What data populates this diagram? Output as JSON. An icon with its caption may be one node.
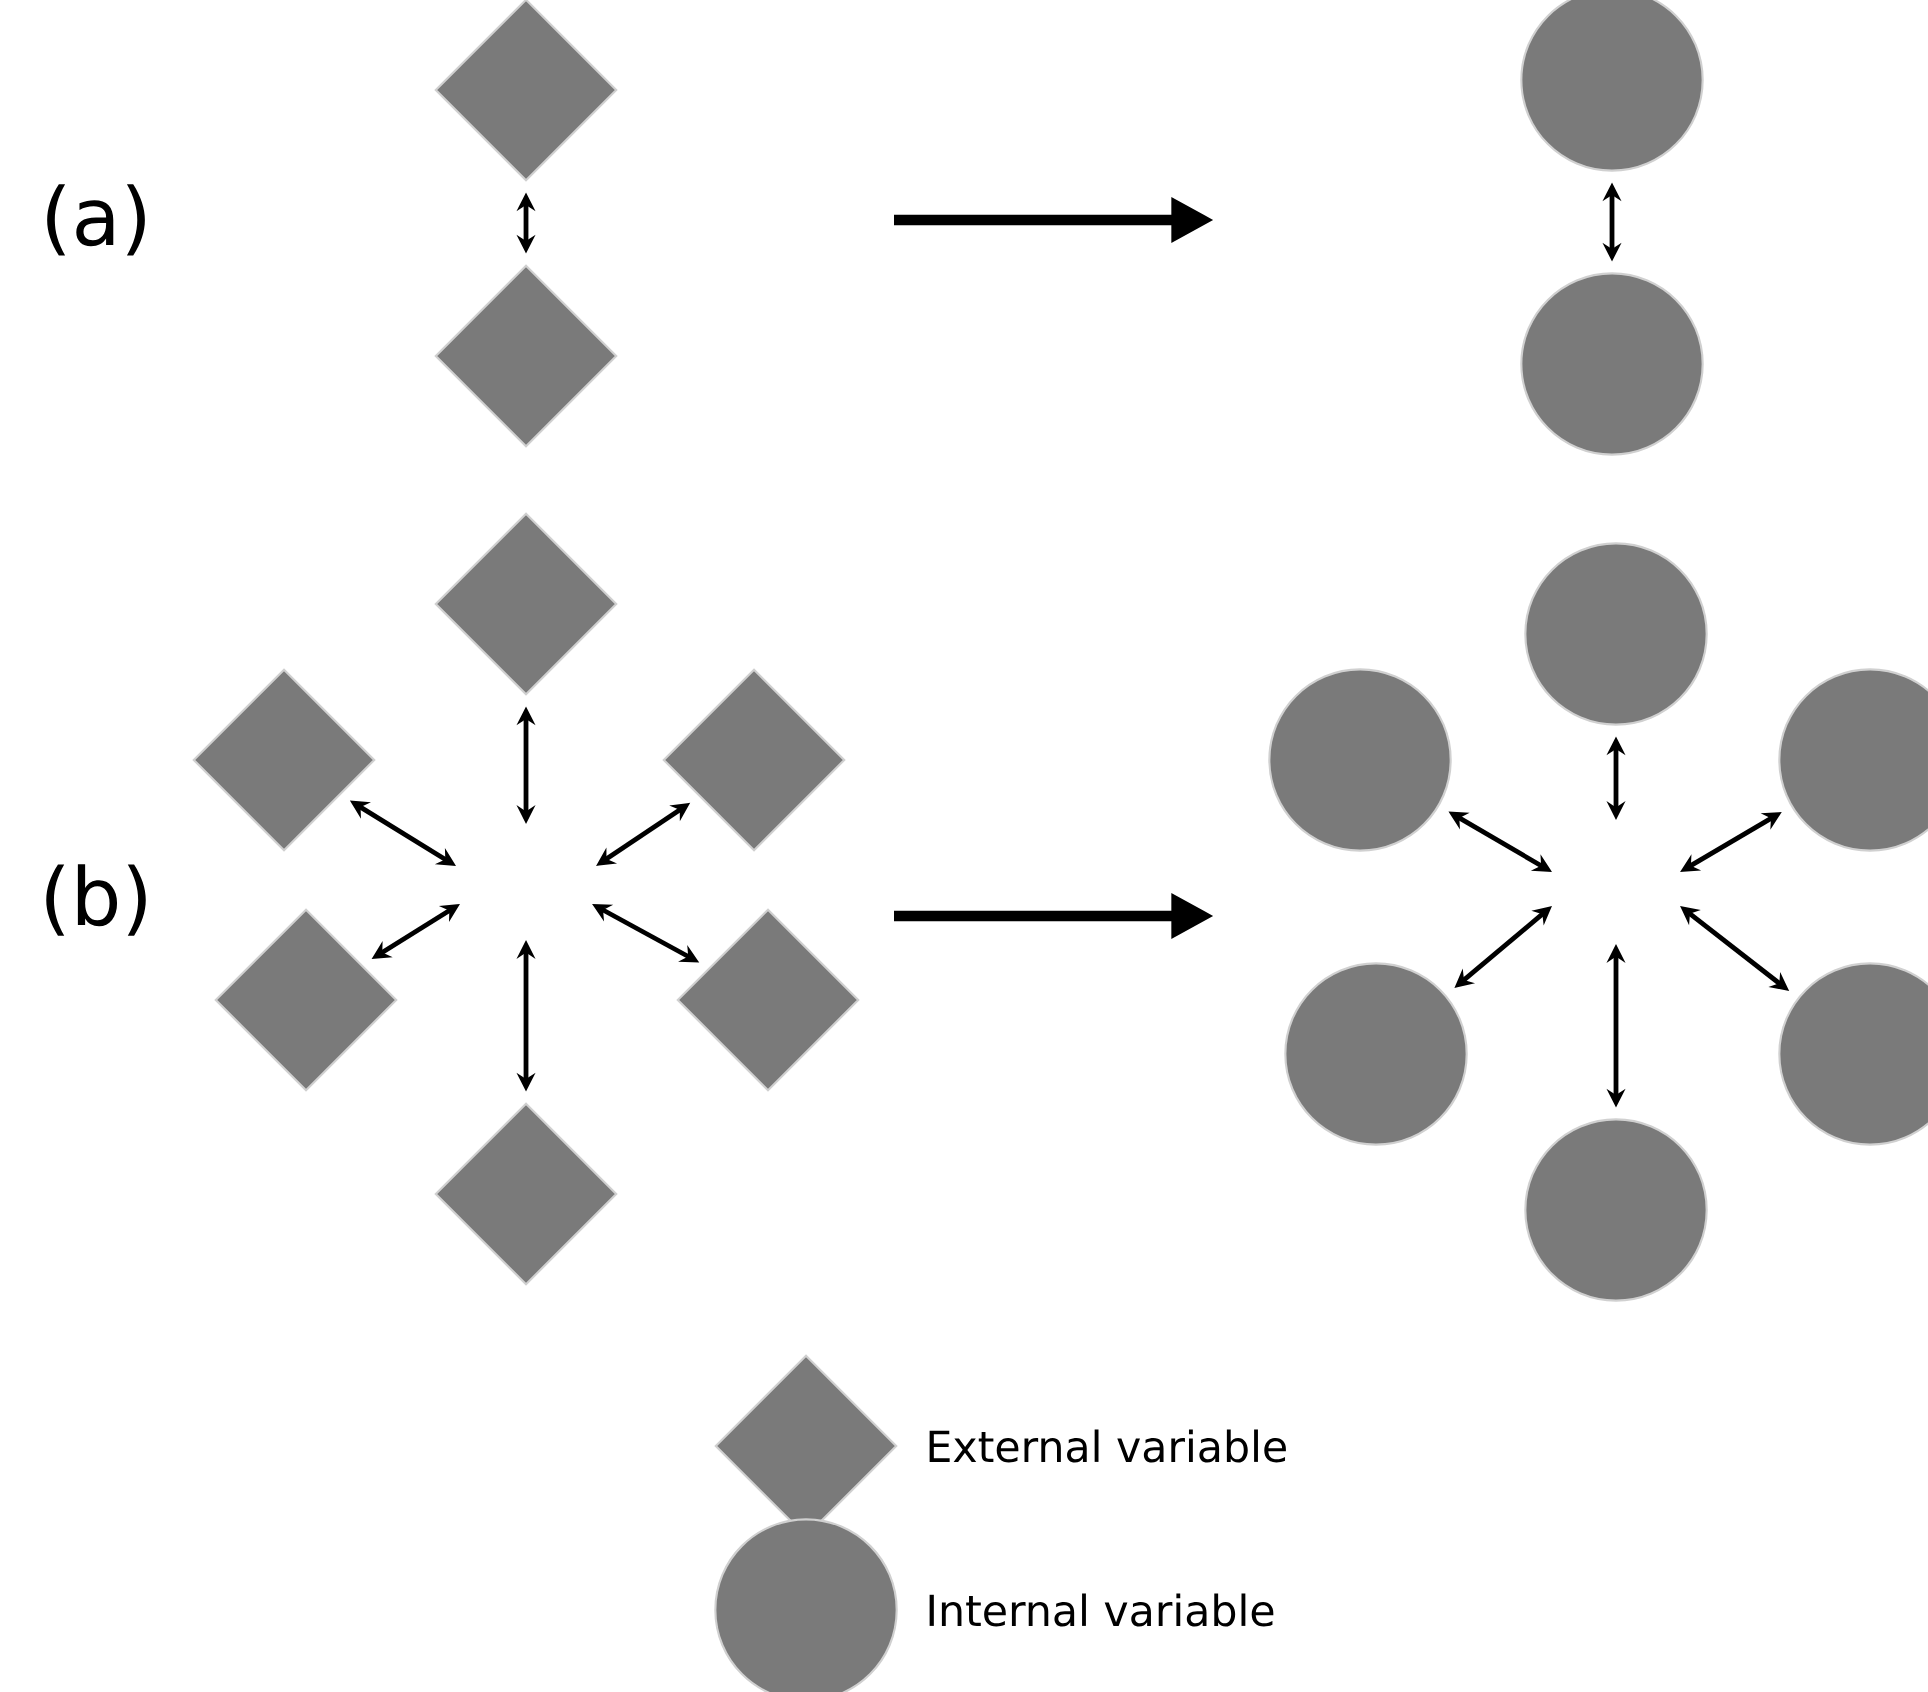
{
  "diagram": {
    "nodes": [
      {
        "text": [],
        "shape": "diamond"
      },
      {
        "text": [],
        "shape": "diamond"
      },
      {
        "text": [],
        "shape": "circle"
      },
      {
        "text": [],
        "shape": "circle"
      },
      {
        "text": [],
        "shape": "diamond"
      },
      {
        "text": [],
        "shape": "diamond"
      },
      {
        "text": [],
        "shape": "diamond"
      },
      {
        "text": [],
        "shape": "diamond"
      },
      {
        "text": [],
        "shape": "diamond"
      },
      {
        "text": [],
        "shape": "diamond"
      },
      {
        "text": [],
        "shape": "circle"
      },
      {
        "text": [],
        "shape": "circle"
      },
      {
        "text": [],
        "shape": "circle"
      },
      {
        "text": [],
        "shape": "circle"
      },
      {
        "text": [],
        "shape": "circle"
      },
      {
        "text": [],
        "shape": "circle"
      }
    ],
    "edges": [
      {
        "from": 0,
        "to": 1,
        "arrow": "both"
      },
      {
        "from": 2,
        "to": 3,
        "arrow": "both"
      },
      {
        "from": null,
        "to": 4,
        "arrow": "both"
      },
      {
        "from": null,
        "to": 5,
        "arrow": "both"
      },
      {
        "from": null,
        "to": 6,
        "arrow": "both"
      },
      {
        "from": null,
        "to": 7,
        "arrow": "both"
      },
      {
        "from": null,
        "to": 8,
        "arrow": "both"
      },
      {
        "from": null,
        "to": 9,
        "arrow": "both"
      },
      {
        "from": null,
        "to": 10,
        "arrow": "both"
      },
      {
        "from": null,
        "to": 11,
        "arrow": "both"
      },
      {
        "from": null,
        "to": 12,
        "arrow": "both"
      },
      {
        "from": null,
        "to": 13,
        "arrow": "both"
      },
      {
        "from": null,
        "to": 14,
        "arrow": "both"
      },
      {
        "from": null,
        "to": 15,
        "arrow": "both"
      }
    ],
    "labels": [
      "(a)",
      "(b)"
    ],
    "legend": [
      {
        "text": "External variable"
      },
      {
        "text": "Internal variable"
      }
    ]
  }
}
